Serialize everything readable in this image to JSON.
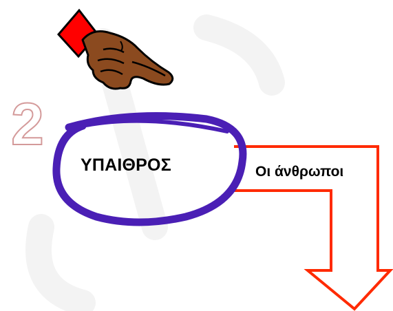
{
  "slide": {
    "number": "2",
    "topic": "ΥΠΑΙΘΡΟΣ",
    "subtopic": "Οι άνθρωποι",
    "icons": [
      "pointing-hand-icon",
      "number-two-icon",
      "down-arrow-icon"
    ],
    "colors": {
      "oval_stroke": "#4a1fb5",
      "arrow_stroke": "#ff2a00",
      "number_outline": "#d49a9a",
      "hand_skin": "#8b4a1f",
      "cuff": "#ff0000",
      "watermark": "#f2f2f2"
    }
  }
}
